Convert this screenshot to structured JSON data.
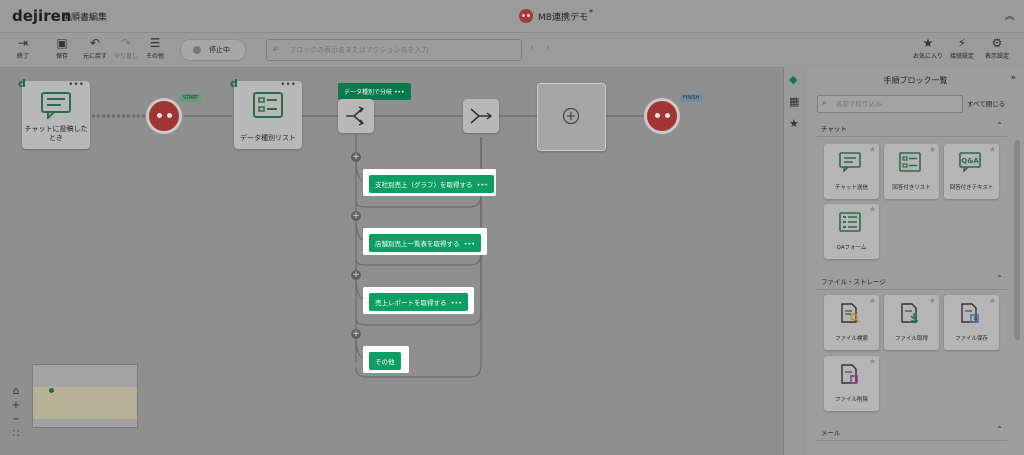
{
  "header": {
    "logo": "dejiren",
    "app_title": "手順書編集",
    "flow_name": "MB連携デモ",
    "unsaved_mark": "*",
    "collapse_icon": "chevron-double-up"
  },
  "toolbar": {
    "end": "終了",
    "save": "保存",
    "undo": "元に戻す",
    "redo": "やり直し",
    "other": "その他",
    "status": "停止中",
    "search_placeholder": "ブロックの表示名またはアクション名を入力",
    "favorites": "お気に入り",
    "connection_settings": "接続設定",
    "display_settings": "表示設定"
  },
  "canvas": {
    "nodes": {
      "chat_trigger": "チャットに投稿したとき",
      "data_type_list": "データ種別リスト",
      "branch_header": "データ種別で分岐"
    },
    "tags": {
      "start": "START",
      "finish": "FINISH"
    },
    "branches": [
      "支社別売上（グラフ）を取得する",
      "店舗別売上一覧表を取得する",
      "売上レポートを取得する",
      "その他"
    ],
    "more": "•••",
    "zoom": {
      "fit": "⌂",
      "in": "+",
      "out": "−",
      "full": "⛶"
    }
  },
  "panel": {
    "title": "手順ブロック一覧",
    "expand": "»",
    "search_placeholder": "名前で絞り込み",
    "close_all": "すべて閉じる",
    "sections": [
      {
        "title": "チャット",
        "items": [
          "チャット送信",
          "回答付きリスト",
          "回答付きテキスト",
          "QAフォーム"
        ]
      },
      {
        "title": "ファイル・ストレージ",
        "items": [
          "ファイル検索",
          "ファイル取得",
          "ファイル保存",
          "ファイル削除"
        ]
      },
      {
        "title": "メール",
        "items": []
      }
    ]
  },
  "colors": {
    "accent": "#0e9e62",
    "robot": "#a23434",
    "overlay": "#8f8f8f"
  }
}
